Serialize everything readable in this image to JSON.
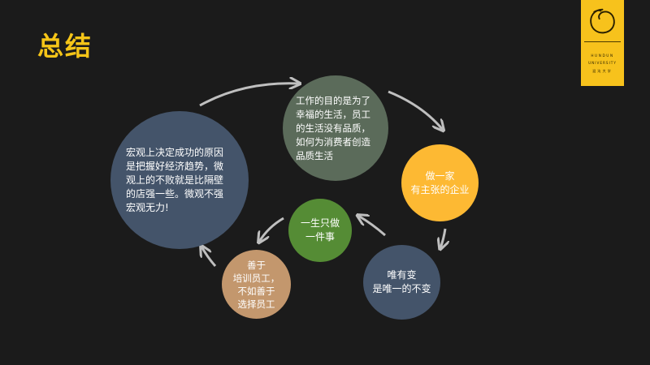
{
  "slide": {
    "title": "总结"
  },
  "logo": {
    "line1": "HUNDUN",
    "line2": "UNIVERSITY",
    "line3": "混沌大学",
    "background": "#f7c21c"
  },
  "cycle": {
    "macro": {
      "text": "宏观上决定成功的原因\n是把握好经济趋势，微\n观上的不败就是比隔壁\n的店强一些。微观不强\n宏观无力!",
      "color": "#44546a"
    },
    "work_purpose": {
      "text": "工作的目的是为了\n幸福的生活，员工\n的生活没有品质，\n如何为消费者创造\n品质生活",
      "color": "#5b6b5a"
    },
    "company": {
      "text": "做一家\n有主张的企业",
      "color": "#fdb933"
    },
    "only_change": {
      "text": "唯有变\n是唯一的不变",
      "color": "#44546a"
    },
    "one_thing": {
      "text": "一生只做\n一件事",
      "color": "#558c35"
    },
    "training": {
      "text": "善于\n培训员工，\n不如善于\n选择员工",
      "color": "#c3976d"
    }
  },
  "colors": {
    "background": "#1b1b1b",
    "title": "#f5c518",
    "arrow": "#bfbfbf"
  }
}
